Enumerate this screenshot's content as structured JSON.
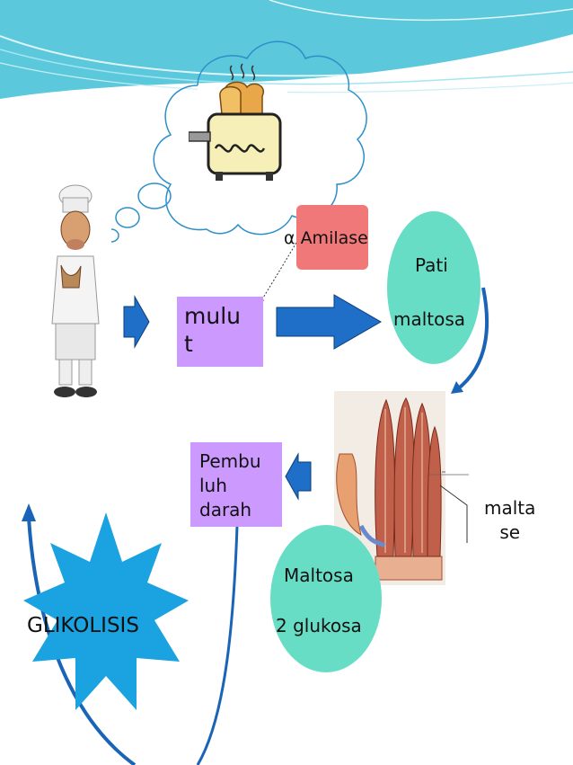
{
  "colors": {
    "header_blue": "#5bc8dc",
    "purple_box": "#cc99ff",
    "amilase_box": "#f07878",
    "teal_ellipse": "#66ddc4",
    "arrow_blue": "#1f6fc8",
    "curve_blue": "#1a64b8",
    "star_blue": "#1aa3e0"
  },
  "icons": {
    "toast": "toaster-with-toast-icon",
    "chef": "chef-thinking-icon",
    "intestine": "intestinal-villi-illustration"
  },
  "labels": {
    "amilase": "α Amilase",
    "mulut": "mulu\nt",
    "pati": "Pati",
    "maltosa_top": "maltosa",
    "pembuluh": "Pembu\nluh\ndarah",
    "maltase": "malta\nse",
    "maltosa_bottom": "Maltosa",
    "glukosa": "2 glukosa",
    "glikolisis": "GLIKOLISIS"
  }
}
